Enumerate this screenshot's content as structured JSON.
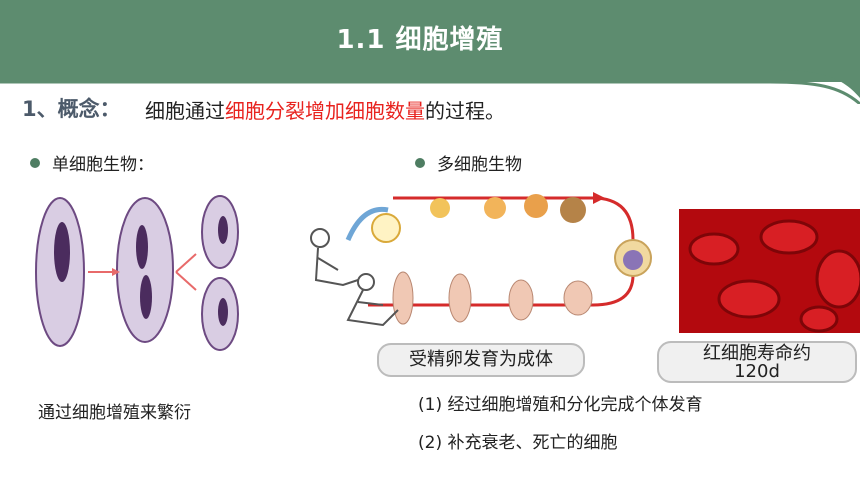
{
  "header": {
    "title": "1.1 细胞增殖"
  },
  "concept": {
    "label": "1、概念：",
    "text_before": "细胞通过",
    "text_highlight": "细胞分裂增加细胞数量",
    "text_after": "的过程。"
  },
  "left": {
    "bullet": "单细胞生物：",
    "caption": "通过细胞增殖来繁衍"
  },
  "middle": {
    "bullet": "多细胞生物",
    "caption": "受精卵发育为成体",
    "points": [
      "(1) 经过细胞增殖和分化完成个体发育",
      "(2) 补充衰老、死亡的细胞"
    ]
  },
  "right": {
    "caption_line1": "红细胞寿命约",
    "caption_line2": "120d"
  },
  "colors": {
    "header": "#5d8c6f",
    "highlight": "#e8231f",
    "bullet": "#4e7d62"
  }
}
